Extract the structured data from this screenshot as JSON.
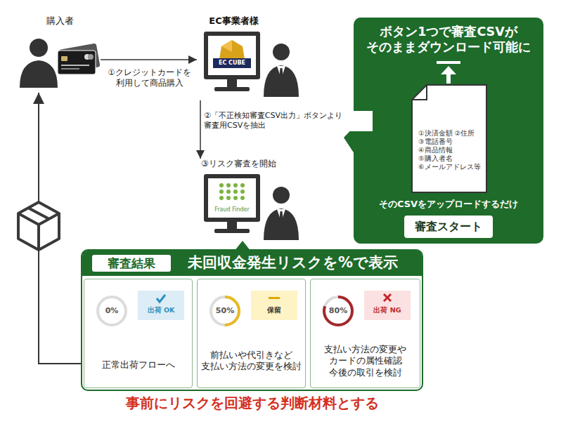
{
  "diagram": {
    "caption": "事前にリスクを回避する判断材料とする",
    "nodes": [
      {
        "text": [
          "購入者"
        ]
      },
      {
        "text": [
          "EC事業者様",
          "EC CUBE"
        ]
      },
      {
        "text": [
          "③リスク審査を開始",
          "Fraud Finder"
        ]
      },
      {
        "text": [
          "ボタン1つで審査CSVが そのままダウンロード可能に",
          "そのCSVをアップロードするだけ"
        ]
      },
      {
        "text": [
          "①決済金額 ②住所 ③電話番号 ④商品情報 ⑤購入者名 ⑥メールアドレス等"
        ],
        "in": 3
      },
      {
        "text": [
          "審査スタート"
        ],
        "in": 3
      },
      {
        "text": [
          "審査結果",
          "未回収金発生リスクを%で表示"
        ]
      },
      {
        "text": [
          "正常出荷フローへ"
        ],
        "in": 6
      },
      {
        "text": [
          "0%"
        ],
        "in": 7
      },
      {
        "text": [
          "出荷 OK"
        ],
        "in": 7
      },
      {
        "text": [
          "前払いや代引きなど 支払い方法の変更を検討"
        ],
        "in": 6
      },
      {
        "text": [
          "50%"
        ],
        "in": 10
      },
      {
        "text": [
          "保留"
        ],
        "in": 10
      },
      {
        "text": [
          "支払い方法の変更や カードの属性確認 今後の取引を検討"
        ],
        "in": 6
      },
      {
        "text": [
          "80%"
        ],
        "in": 13
      },
      {
        "text": [
          "出荷 NG"
        ],
        "in": 13
      }
    ],
    "edges": [
      {
        "from": 0,
        "to": 1,
        "arrow": "to",
        "label": "①クレジットカードを 利用して商品購入"
      },
      {
        "from": 1,
        "to": 2,
        "arrow": "to",
        "label": "②「不正検知審査CSV出力」ボタンより 審査用CSVを抽出"
      },
      {
        "from": 7,
        "to": 0,
        "arrow": "to"
      }
    ]
  }
}
